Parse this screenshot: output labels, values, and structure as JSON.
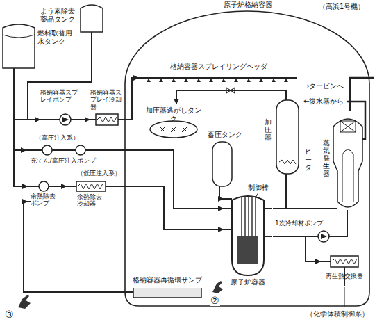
{
  "diagram": {
    "nodes": [
      {
        "text": [
          "原子炉格納容器"
        ]
      },
      {
        "text": [
          "燃料取替用水タンク"
        ]
      },
      {
        "text": [
          "よう素除去薬品タンク"
        ]
      },
      {
        "text": [
          "格納容器スプレイポンプ"
        ]
      },
      {
        "text": [
          "格納容器スプレイ冷却器"
        ]
      },
      {
        "text": [
          "充てん/高圧注入ポンプ"
        ]
      },
      {
        "text": [
          "余熱除去ポンプ"
        ]
      },
      {
        "text": [
          "余熱除去冷却器"
        ]
      },
      {
        "text": [
          "格納容器スプレイリングヘッダ"
        ],
        "in": 0
      },
      {
        "text": [
          "加圧器逃がしタンク"
        ],
        "in": 0
      },
      {
        "text": [
          "蓄圧タンク"
        ],
        "in": 0
      },
      {
        "text": [
          "原子炉容器"
        ],
        "in": 0
      },
      {
        "text": [
          "加圧器"
        ],
        "in": 0
      },
      {
        "text": [
          "蒸気発生器"
        ],
        "in": 0
      },
      {
        "text": [
          "1次冷却材ポンプ"
        ],
        "in": 0
      },
      {
        "text": [
          "再生熱交換器"
        ],
        "in": 0
      },
      {
        "text": [
          "格納容器再循環サンプ"
        ],
        "in": 0
      }
    ],
    "edges": [
      {
        "from": 1,
        "to": 3,
        "arrow": "to"
      },
      {
        "from": 2,
        "to": 3,
        "arrow": "to"
      },
      {
        "from": 3,
        "to": 4,
        "arrow": "to"
      },
      {
        "from": 4,
        "to": 8,
        "arrow": "to"
      },
      {
        "from": 1,
        "to": 5,
        "arrow": "to"
      },
      {
        "from": 1,
        "to": 6,
        "arrow": "to"
      },
      {
        "from": 5,
        "to": 11,
        "arrow": "to"
      },
      {
        "from": 6,
        "to": 7,
        "arrow": "to"
      },
      {
        "from": 7,
        "to": 11,
        "arrow": "to"
      },
      {
        "from": 10,
        "to": 11,
        "arrow": "to"
      },
      {
        "from": 16,
        "to": 6,
        "arrow": "to"
      },
      {
        "from": 12,
        "to": 9,
        "arrow": "to"
      },
      {
        "from": 11,
        "to": 13,
        "arrow": "none"
      },
      {
        "from": 13,
        "to": 14,
        "arrow": "none"
      },
      {
        "from": 14,
        "to": 11,
        "arrow": "none"
      },
      {
        "from": 14,
        "to": 15,
        "arrow": "to"
      }
    ],
    "labels": [
      "（高浜1号機）",
      "→タービンへ",
      "←復水器から",
      "（高圧注入系）",
      "（低圧注入系）",
      "制御棒",
      "ヒータ",
      "（化学体積制御系）",
      "③",
      "②"
    ]
  }
}
